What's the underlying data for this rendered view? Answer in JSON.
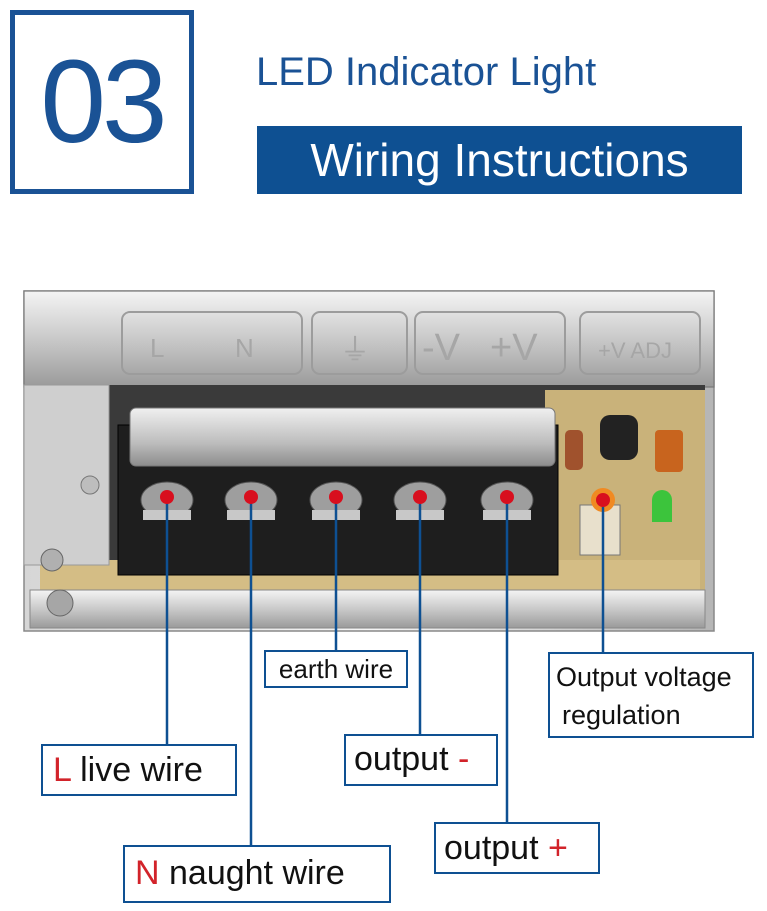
{
  "header": {
    "number": "03",
    "subtitle": "LED Indicator Light",
    "title": "Wiring Instructions"
  },
  "labels": {
    "live": {
      "letter": "L",
      "text": "live wire"
    },
    "naught": {
      "letter": "N",
      "text": "naught wire"
    },
    "earth": {
      "text": "earth wire"
    },
    "output_minus": {
      "text": "output",
      "sign": "-"
    },
    "output_plus": {
      "text": "output",
      "sign": "+"
    },
    "voltage": {
      "line1": "Output voltage",
      "line2": "regulation"
    }
  },
  "device": {
    "cover_markings": [
      "L",
      "N",
      "⏚",
      "-V",
      "+V",
      "+V ADJ"
    ]
  },
  "colors": {
    "brand_blue": "#0e5092",
    "marker_red": "#d80f1e",
    "label_red": "#d2232a",
    "led_green": "#3cc43c",
    "led_orange": "#f08a22"
  }
}
